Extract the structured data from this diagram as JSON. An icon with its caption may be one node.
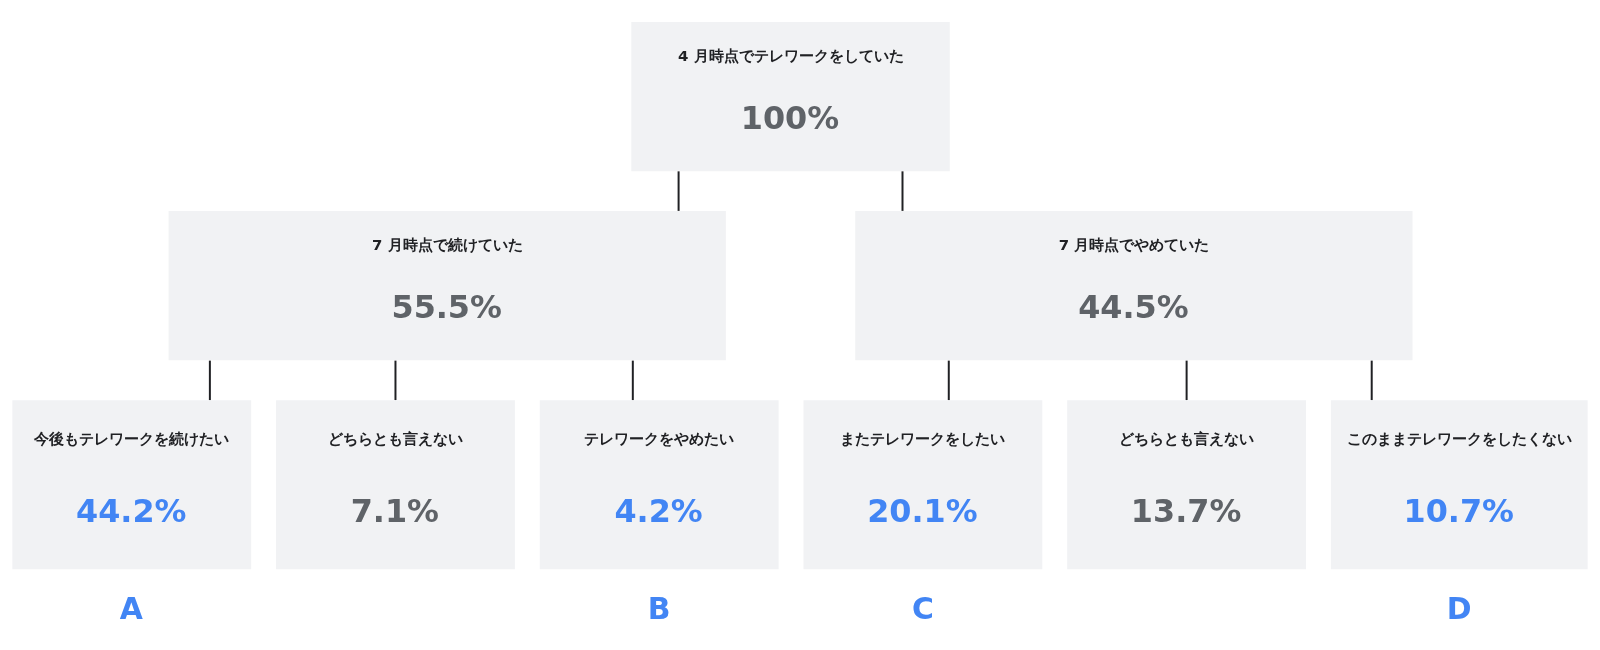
{
  "diagram": {
    "nodes": [
      {
        "text": [
          "4 月時点でテレワークをしていた",
          "100%"
        ]
      },
      {
        "text": [
          "7 月時点で続けていた",
          "55.5%"
        ]
      },
      {
        "text": [
          "7 月時点でやめていた",
          "44.5%"
        ]
      },
      {
        "text": [
          "今後もテレワークを続けたい",
          "44.2%"
        ],
        "beside": [
          "A"
        ]
      },
      {
        "text": [
          "どちらとも言えない",
          "7.1%"
        ]
      },
      {
        "text": [
          "テレワークをやめたい",
          "4.2%"
        ],
        "beside": [
          "B"
        ]
      },
      {
        "text": [
          "またテレワークをしたい",
          "20.1%"
        ],
        "beside": [
          "C"
        ]
      },
      {
        "text": [
          "どちらとも言えない",
          "13.7%"
        ]
      },
      {
        "text": [
          "このままテレワークをしたくない",
          "10.7%"
        ],
        "beside": [
          "D"
        ]
      }
    ],
    "edges": [
      {
        "from": 0,
        "to": 1,
        "arrow": "none"
      },
      {
        "from": 0,
        "to": 2,
        "arrow": "none"
      },
      {
        "from": 1,
        "to": 3,
        "arrow": "none"
      },
      {
        "from": 1,
        "to": 4,
        "arrow": "none"
      },
      {
        "from": 1,
        "to": 5,
        "arrow": "none"
      },
      {
        "from": 2,
        "to": 6,
        "arrow": "none"
      },
      {
        "from": 2,
        "to": 7,
        "arrow": "none"
      },
      {
        "from": 2,
        "to": 8,
        "arrow": "none"
      }
    ]
  }
}
